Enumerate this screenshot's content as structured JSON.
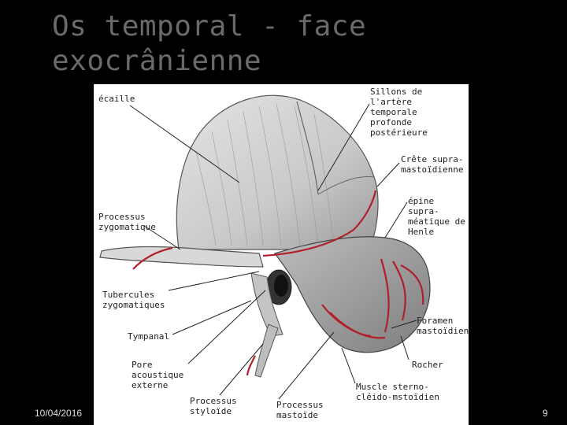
{
  "slide": {
    "title_line1": "Os temporal - face",
    "title_line2": "exocrânienne",
    "date": "10/04/2016",
    "page_number": "9"
  },
  "figure": {
    "labels": {
      "ecaille": "écaille",
      "sillons": "Sillons de\nl'artère\ntemporale\nprofonde\npostérieure",
      "crete": "Crête supra-\nmastoïdienne",
      "epine": "épine supra-\nméatique de\nHenle",
      "processus_zygomatique": "Processus\nzygomatique",
      "tubercules": "Tubercules\nzygomatiques",
      "foramen": "Foramen\nmastoïdien",
      "tympanal": "Tympanal",
      "rocher": "Rocher",
      "pore": "Pore\nacoustique\nexterne",
      "muscle": "Muscle sterno-\ncléido-mstoïdien",
      "styloide": "Processus\nstyloïde",
      "mastoide": "Processus\nmastoïde"
    },
    "colors": {
      "bone": "#cfcfcf",
      "bone_dark": "#8a8a8a",
      "muscle_insertion": "#b0202a"
    }
  }
}
